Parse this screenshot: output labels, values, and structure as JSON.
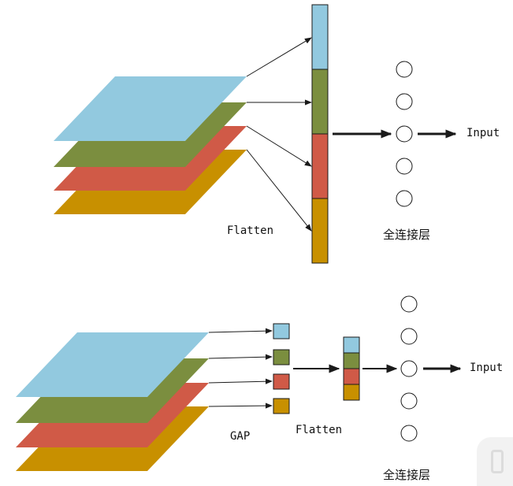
{
  "colors": {
    "blue": "#92c9df",
    "green": "#7b8e3f",
    "red": "#d05a47",
    "orange": "#c89000",
    "stroke": "#1a1a1a"
  },
  "top_diagram": {
    "flatten_label": "Flatten",
    "fc_label": "全连接层",
    "output_label": "Input",
    "layer_colors": [
      "orange",
      "red",
      "green",
      "blue"
    ],
    "vector_colors": [
      "blue",
      "green",
      "red",
      "orange"
    ],
    "neuron_count": 5
  },
  "bottom_diagram": {
    "gap_label": "GAP",
    "flatten_label": "Flatten",
    "fc_label": "全连接层",
    "output_label": "Input",
    "layer_colors": [
      "orange",
      "red",
      "green",
      "blue"
    ],
    "pooled_colors": [
      "blue",
      "green",
      "red",
      "orange"
    ],
    "vector_colors": [
      "blue",
      "green",
      "red",
      "orange"
    ],
    "neuron_count": 5
  }
}
